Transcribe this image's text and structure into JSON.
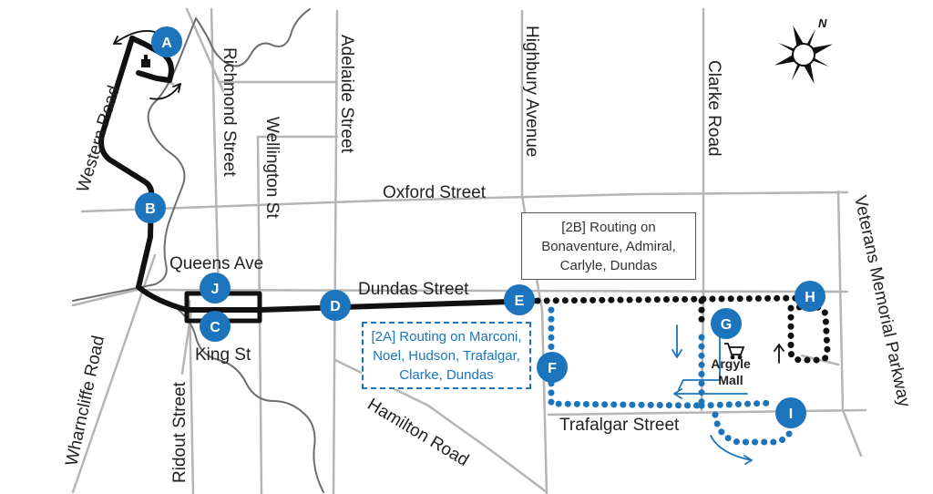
{
  "streets": {
    "western_road": "Western Road",
    "richmond_street": "Richmond Street",
    "wellington_st": "Wellington St",
    "adelaide_street": "Adelaide Street",
    "highbury_avenue": "Highbury Avenue",
    "clarke_road": "Clarke Road",
    "oxford_street": "Oxford Street",
    "veterans_memorial_parkway": "Veterans Memorial Parkway",
    "queens_ave": "Queens Ave",
    "dundas_street": "Dundas Street",
    "king_st": "King St",
    "wharncliffe_road": "Wharncliffe Road",
    "ridout_street": "Ridout Street",
    "hamilton_road": "Hamilton Road",
    "trafalgar_street": "Trafalgar Street"
  },
  "stops": [
    "A",
    "B",
    "C",
    "D",
    "E",
    "F",
    "G",
    "H",
    "I",
    "J"
  ],
  "notes": {
    "routing_2b": [
      "[2B] Routing on",
      "Bonaventure, Admiral,",
      "Carlyle, Dundas"
    ],
    "routing_2a": [
      "[2A] Routing on Marconi,",
      "Noel, Hudson, Trafalgar,",
      "Clarke, Dundas"
    ]
  },
  "landmark": {
    "mall_line1": "Argyle",
    "mall_line2": "Mall"
  },
  "compass": {
    "north_label": "N"
  },
  "colors": {
    "route_black": "#111111",
    "route_blue": "#1c75bc",
    "street_grey": "#b5b5b5",
    "river_grey": "#6e6e6e",
    "stop_blue": "#1c75bc"
  }
}
